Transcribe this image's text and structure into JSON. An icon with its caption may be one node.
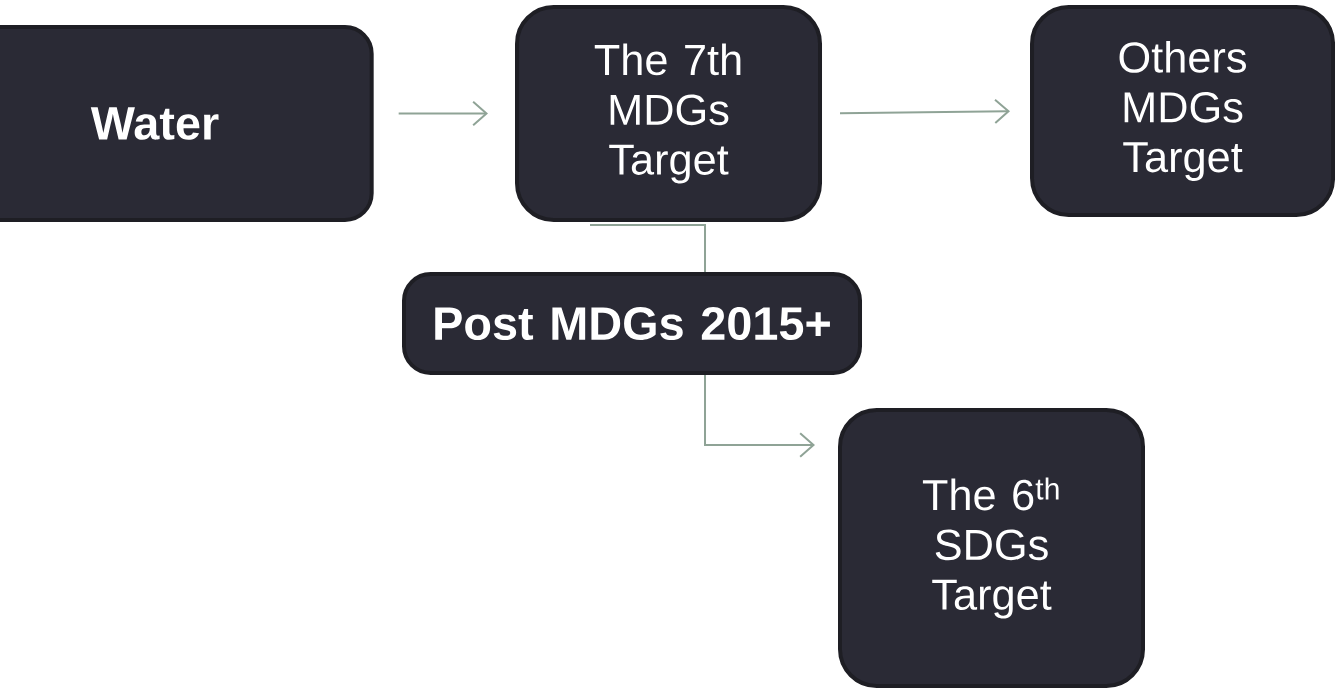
{
  "diagram": {
    "nodes": [
      {
        "text": [
          "Water"
        ]
      },
      {
        "text": [
          "The 7th MDGs Target"
        ]
      },
      {
        "text": [
          "Others MDGs Target"
        ]
      },
      {
        "text": [
          "Post MDGs 2015+"
        ]
      },
      {
        "text": [
          "The 6$^{th}$ SDGs Target"
        ]
      }
    ],
    "edges": [
      {
        "from": 0,
        "to": 1,
        "arrow": "to"
      },
      {
        "from": 1,
        "to": 2,
        "arrow": "to"
      },
      {
        "from": 1,
        "to": 3,
        "arrow": "none"
      },
      {
        "from": 3,
        "to": 4,
        "arrow": "to"
      }
    ]
  }
}
